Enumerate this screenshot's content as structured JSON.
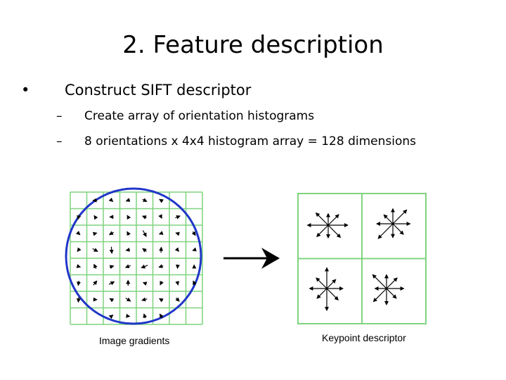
{
  "slide": {
    "title": "2. Feature description",
    "bullet": {
      "marker": "•",
      "text": "Construct SIFT descriptor"
    },
    "sub_bullets": [
      {
        "marker": "–",
        "text": "Create array of orientation histograms"
      },
      {
        "marker": "–",
        "text": "8 orientations x 4x4 histogram array = 128 dimensions"
      }
    ]
  },
  "figure": {
    "left_caption": "Image gradients",
    "right_caption": "Keypoint descriptor",
    "colors": {
      "grid": "#7fd47f",
      "circle": "#2036c8",
      "arrow": "#000000"
    }
  }
}
